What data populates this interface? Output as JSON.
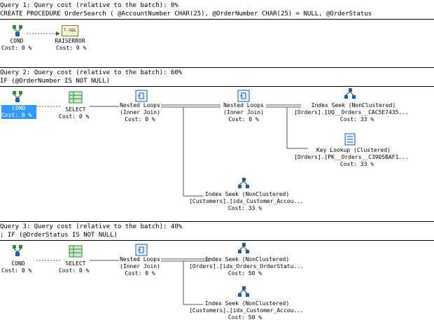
{
  "q1": {
    "title": "Query 1: Query cost (relative to the batch): 0%",
    "sql": "CREATE PROCEDURE OrderSearch ( @AccountNumber CHAR(25), @OrderNumber CHAR(25) = NULL, @OrderStatus",
    "cond": {
      "name": "COND",
      "cost": "Cost: 0 %"
    },
    "raiserror": {
      "icon_text": "T-SQL",
      "name": "RAISERROR",
      "cost": "Cost: 0 %"
    }
  },
  "q2": {
    "title": "Query 2: Query cost (relative to the batch): 60%",
    "sql": "IF (@OrderNumber IS NOT NULL)",
    "cond": {
      "name": "COND",
      "cost": "Cost: 0 %"
    },
    "select": {
      "name": "SELECT",
      "cost": "Cost: 0 %"
    },
    "nl1": {
      "name": "Nested Loops",
      "sub": "(Inner Join)",
      "cost": "Cost: 0 %"
    },
    "nl2": {
      "name": "Nested Loops",
      "sub": "(Inner Join)",
      "cost": "Cost: 0 %"
    },
    "seek1": {
      "name": "Index Seek (NonClustered)",
      "obj": "[Orders].[UQ__Orders__CAC5E7435...",
      "cost": "Cost: 33 %"
    },
    "lookup": {
      "name": "Key Lookup (Clustered)",
      "obj": "[Orders].[PK__Orders__C3905BAF1...",
      "cost": "Cost: 33 %"
    },
    "seek2": {
      "name": "Index Seek (NonClustered)",
      "obj": "[Customers].[idx_Customer_Accou...",
      "cost": "Cost: 33 %"
    }
  },
  "q3": {
    "title": "Query 3: Query cost (relative to the batch): 40%",
    "sql": "; IF (@OrderStatus IS NOT NULL)",
    "cond": {
      "name": "COND",
      "cost": "Cost: 0 %"
    },
    "select": {
      "name": "SELECT",
      "cost": "Cost: 0 %"
    },
    "nl1": {
      "name": "Nested Loops",
      "sub": "(Inner Join)",
      "cost": "Cost: 0 %"
    },
    "seek1": {
      "name": "Index Seek (NonClustered)",
      "obj": "[Orders].[idx_Orders_OrderStatu...",
      "cost": "Cost: 50 %"
    },
    "seek2": {
      "name": "Index Seek (NonClustered)",
      "obj": "[Customers].[idx_Customer_Accou...",
      "cost": "Cost: 50 %"
    }
  },
  "colors": {
    "selection": "#3399ff",
    "icon_blue": "#1f5fa8",
    "icon_green": "#2e8b3a"
  }
}
